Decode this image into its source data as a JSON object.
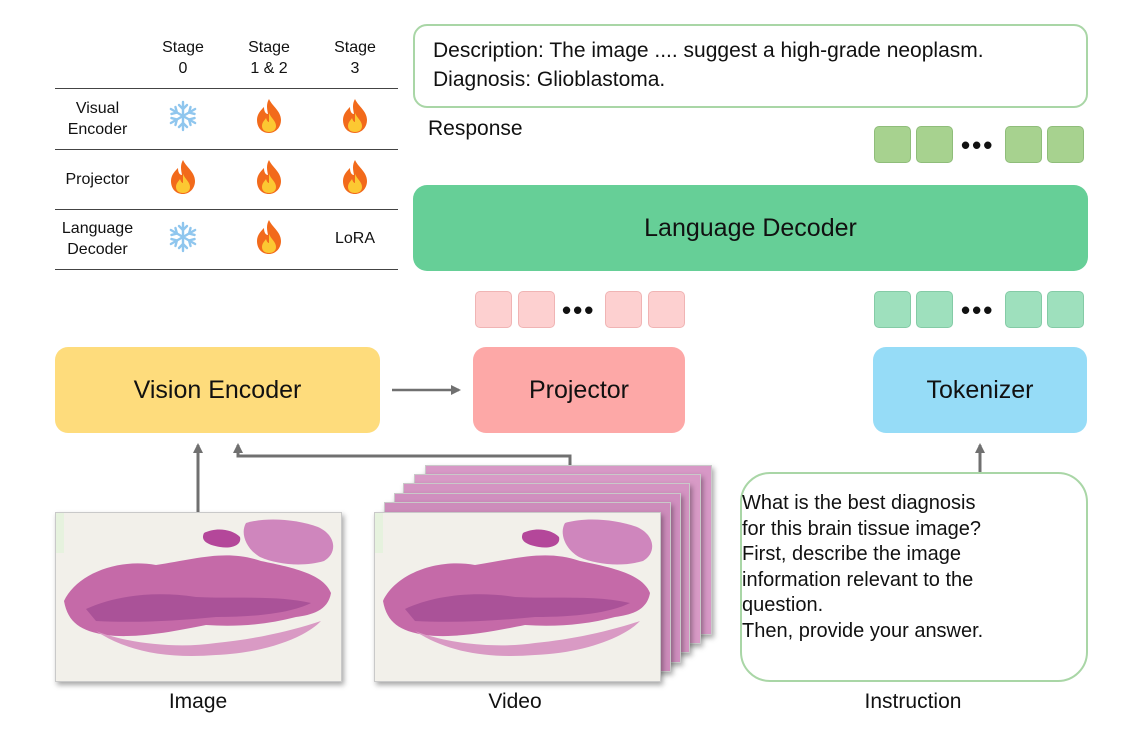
{
  "table": {
    "headers": [
      "",
      "Stage\n0",
      "Stage\n1 & 2",
      "Stage\n3"
    ],
    "rows": [
      {
        "label": "Visual\nEncoder",
        "cells": [
          "frozen",
          "trainable",
          "trainable"
        ]
      },
      {
        "label": "Projector",
        "cells": [
          "trainable",
          "trainable",
          "trainable"
        ]
      },
      {
        "label": "Language\nDecoder",
        "cells": [
          "frozen",
          "trainable",
          "LoRA"
        ]
      }
    ],
    "icons": {
      "frozen": "snowflake-icon",
      "trainable": "fire-icon"
    }
  },
  "response_box": {
    "line1": "Description: The image .... suggest a high-grade neoplasm.",
    "line2": "Diagnosis: Glioblastoma."
  },
  "response_label": "Response",
  "language_decoder": "Language Decoder",
  "vision_encoder": "Vision Encoder",
  "projector": "Projector",
  "tokenizer": "Tokenizer",
  "instruction_text": "What is the best diagnosis\nfor this brain tissue image?\nFirst, describe the image\ninformation relevant to the\nquestion.\nThen, provide your answer.",
  "captions": {
    "image": "Image",
    "video": "Video",
    "instruction": "Instruction"
  },
  "token_dots": "•••",
  "colors": {
    "language_decoder": "#66cf97",
    "vision_encoder": "#fedc7c",
    "projector": "#fda8a7",
    "tokenizer": "#96dcf7",
    "box_border": "#a9d6a6",
    "snowflake": "#8fc6ee",
    "fire": "#f26a1b"
  }
}
